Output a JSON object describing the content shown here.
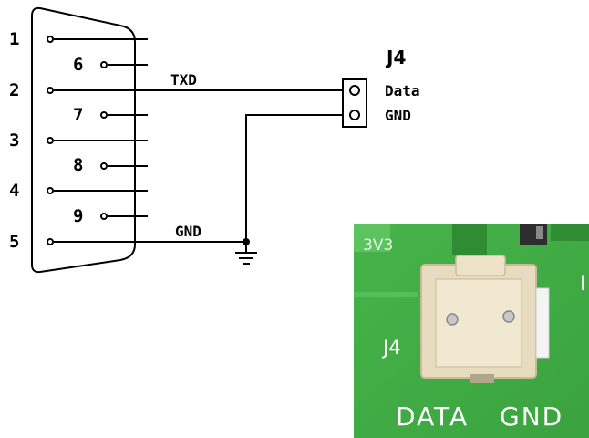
{
  "db9": {
    "pins": [
      {
        "number": "1"
      },
      {
        "number": "6"
      },
      {
        "number": "2"
      },
      {
        "number": "7"
      },
      {
        "number": "3"
      },
      {
        "number": "8"
      },
      {
        "number": "4"
      },
      {
        "number": "9"
      },
      {
        "number": "5"
      }
    ]
  },
  "nets": {
    "txd": "TXD",
    "gnd": "GND"
  },
  "connector": {
    "ref": "J4",
    "pin_labels": [
      "Data",
      "GND"
    ]
  },
  "photo": {
    "silk_3v3": "3V3",
    "silk_ref": "J4",
    "silk_data": "DATA",
    "silk_gnd": "GND",
    "silk_edge": "I",
    "colors": {
      "board": "#3aa33e",
      "board_light": "#4cbc52",
      "header": "#e8dcc0",
      "pin": "#c8c8c8",
      "silk": "#ffffff"
    }
  }
}
